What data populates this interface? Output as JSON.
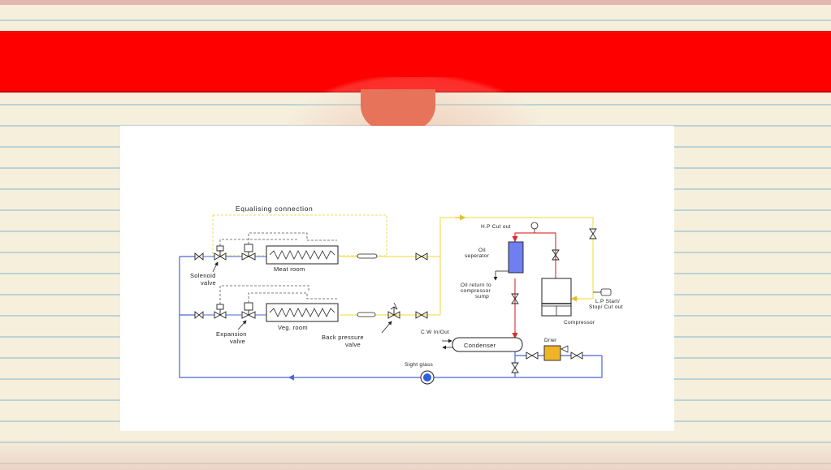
{
  "slide": {
    "band_color": "#ff0000"
  },
  "diagram": {
    "equalising_connection": "Equalising connection",
    "meat_room": "Meat room",
    "veg_room": "Veg. room",
    "solenoid_valve_line1": "Solenoid",
    "solenoid_valve_line2": "valve",
    "expansion_valve_line1": "Expansion",
    "expansion_valve_line2": "valve",
    "back_pressure_line1": "Back pressure",
    "back_pressure_line2": "valve",
    "hp_cutout": "H.P Cut out",
    "oil_separator_line1": "Oil",
    "oil_separator_line2": "seperator",
    "oil_return_line1": "Oil return to",
    "oil_return_line2": "compressor",
    "oil_return_line3": "sump",
    "lp_line1": "L.P Start/",
    "lp_line2": "Stop/ Cut out",
    "compressor": "Compressor",
    "cw": "C.W In/Out",
    "condenser": "Condenser",
    "drier": "Drier",
    "sight_glass": "Sight glass",
    "colors": {
      "suction_line": "#f5e05a",
      "discharge_line": "#e23b3b",
      "liquid_line": "#4a66d8",
      "oil_separator": "#6f7ff0",
      "drier": "#f0b429",
      "sight_glass": "#2f5fe0"
    }
  }
}
